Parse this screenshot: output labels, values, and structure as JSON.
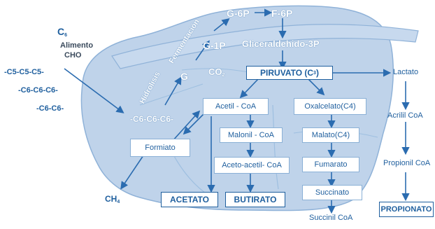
{
  "substrates": {
    "c6": "C",
    "c6_sub": "6",
    "feed": "Alimento",
    "cho": "CHO",
    "chain1": "-C",
    "chain1_rest": "5-C5-C5-",
    "chain2": "-C6-C6-C6-",
    "chain3": "-C6-C6-",
    "chain_center": "-C6-C6-C6-"
  },
  "labels": {
    "hidrolisis": "Hidrolisis",
    "fermentacion": "Fermentación",
    "g": "G",
    "g1p": "G-1P",
    "g6p": "G-6P",
    "f6p": "F-6P",
    "gliceraldehido": "Gliceraldehido-3P",
    "co2": "CO",
    "co2_sub": "2",
    "ch4": "CH",
    "ch4_sub": "4"
  },
  "boxes": {
    "piruvato": "PIRUVATO (C",
    "piruvato_sub": "3",
    "piruvato_end": ")",
    "acetil": "Acetil - CoA",
    "malonil": "Malonil - CoA",
    "acetoacetil": "Aceto-acetil- CoA",
    "oxalcelato": "Oxalcelato(C4)",
    "malato": "Malato(C4)",
    "fumarato": "Fumarato",
    "succinato": "Succinato",
    "formiato": "Formiato",
    "acetato": "ACETATO",
    "butirato": "BUTIRATO",
    "propionato": "PROPIONATO"
  },
  "outside": {
    "lactato": "Lactato",
    "acrilil": "Acrilil CoA",
    "propionil": "Propionil CoA",
    "succinil": "Succinil CoA"
  },
  "colors": {
    "rumen_fill": "#bfd3ea",
    "rumen_stroke": "#8fb2d8",
    "text": "#1f5f9e",
    "arrow": "#2b6cb0"
  }
}
